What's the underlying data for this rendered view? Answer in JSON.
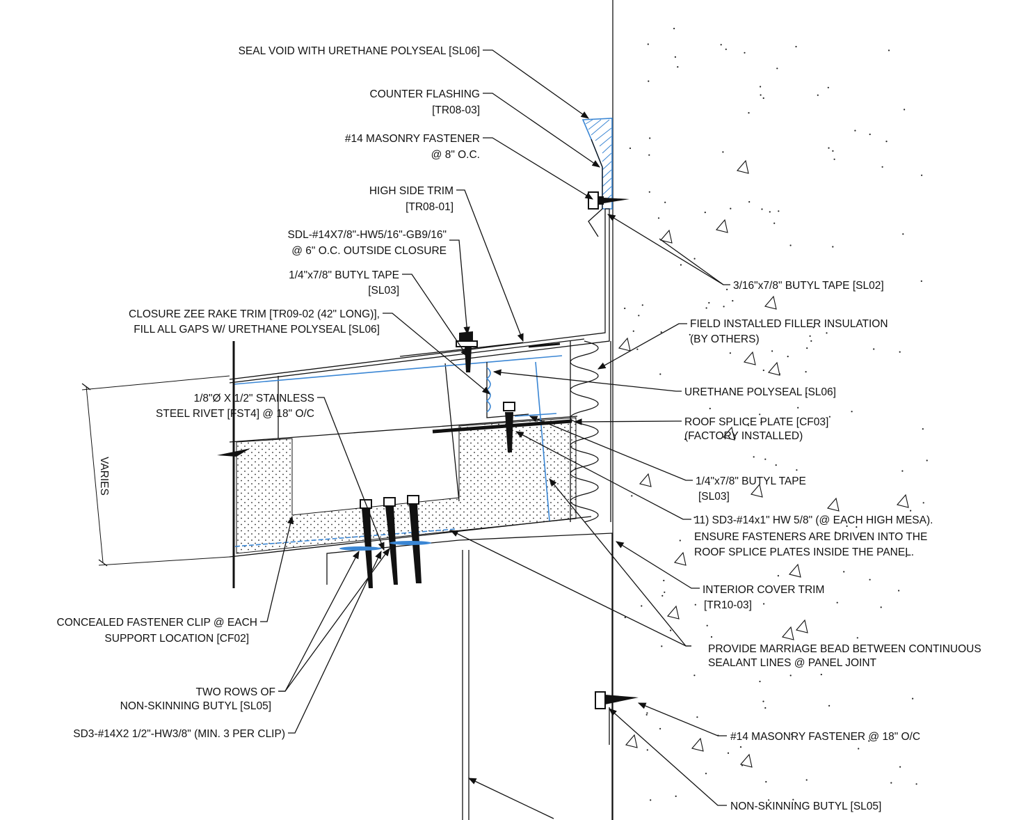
{
  "labels": {
    "seal_void": "SEAL VOID WITH URETHANE POLYSEAL [SL06]",
    "counter_flashing_1": "COUNTER FLASHING",
    "counter_flashing_2": "[TR08-03]",
    "masonry_fastener_8_1": "#14 MASONRY FASTENER",
    "masonry_fastener_8_2": "@ 8\" O.C.",
    "high_side_trim_1": "HIGH SIDE TRIM",
    "high_side_trim_2": "[TR08-01]",
    "sdl_fastener_1": "SDL-#14X7/8\"-HW5/16\"-GB9/16\"",
    "sdl_fastener_2": "@ 6\" O.C. OUTSIDE CLOSURE",
    "butyl_tape_upper_1": "1/4\"x7/8\" BUTYL TAPE",
    "butyl_tape_upper_2": "[SL03]",
    "closure_zee_1": "CLOSURE ZEE RAKE TRIM [TR09-02 (42\" LONG)],",
    "closure_zee_2": "FILL ALL GAPS W/ URETHANE POLYSEAL [SL06]",
    "rivet_1": "1/8\"Ø X 1/2\" STAINLESS",
    "rivet_2": "STEEL RIVET [FST4] @ 18\" O/C",
    "varies": "VARIES",
    "clip_1": "CONCEALED FASTENER CLIP @ EACH",
    "clip_2": "SUPPORT LOCATION [CF02]",
    "two_rows_1": "TWO ROWS OF",
    "two_rows_2": "NON-SKINNING BUTYL [SL05]",
    "sd3_clip": "SD3-#14X2 1/2\"-HW3/8\" (MIN. 3 PER CLIP)",
    "butyl_tape_sl02": "3/16\"x7/8\" BUTYL TAPE [SL02]",
    "filler_insulation_1": "FIELD INSTALLED FILLER INSULATION",
    "filler_insulation_2": "(BY OTHERS)",
    "urethane_polyseal": "URETHANE POLYSEAL [SL06]",
    "splice_plate_1": "ROOF SPLICE PLATE [CF03]",
    "splice_plate_2": "(FACTORY INSTALLED)",
    "butyl_tape_lower_1": "1/4\"x7/8\" BUTYL TAPE",
    "butyl_tape_lower_2": "[SL03]",
    "sd3_mesa_1": "11)     SD3-#14x1\" HW 5/8\" (@ EACH HIGH MESA).",
    "sd3_mesa_2": "ENSURE FASTENERS ARE DRIVEN INTO THE",
    "sd3_mesa_3": "ROOF SPLICE PLATES INSIDE THE PANEL.",
    "interior_trim_1": "INTERIOR COVER TRIM",
    "interior_trim_2": "[TR10-03]",
    "marriage_bead_1": "PROVIDE MARRIAGE BEAD BETWEEN CONTINUOUS",
    "marriage_bead_2": "SEALANT LINES @ PANEL JOINT",
    "masonry_fastener_18": "#14 MASONRY FASTENER @ 18\" O/C",
    "non_skinning_butyl": "NON-SKINNING BUTYL [SL05]"
  },
  "colors": {
    "linework": "#111111",
    "sealant_blue": "#3a86d4"
  }
}
